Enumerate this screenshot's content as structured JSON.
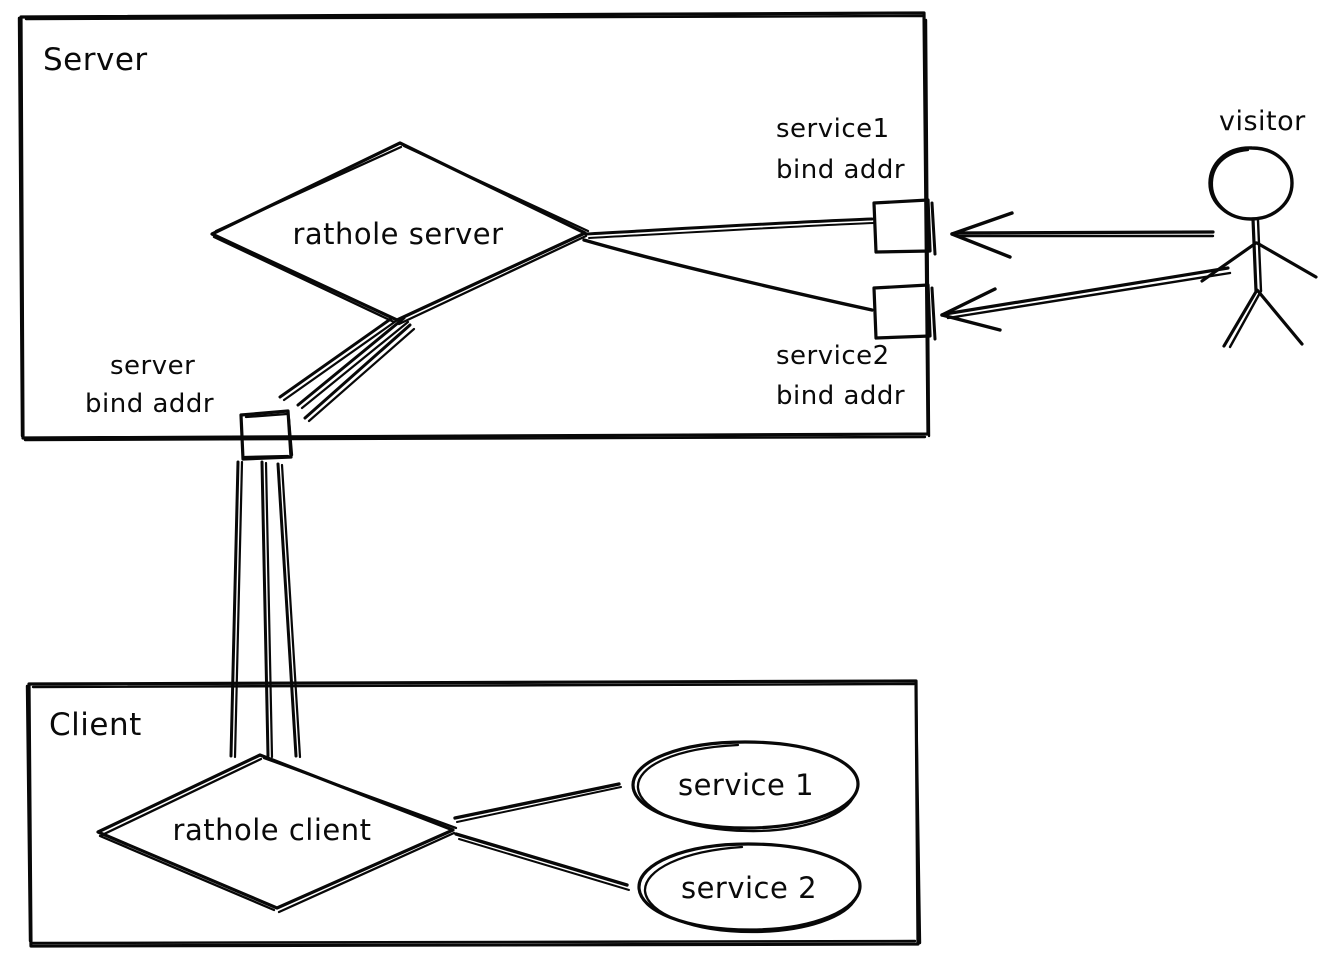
{
  "diagram": {
    "kind": "architecture-sketch",
    "style": "hand-drawn",
    "background_color": "#ffffff",
    "stroke_color": "#080808",
    "containers": [
      {
        "id": "server",
        "title": "Server"
      },
      {
        "id": "client",
        "title": "Client"
      }
    ],
    "server": {
      "title": "Server",
      "node": {
        "label": "rathole server",
        "shape": "diamond"
      },
      "ports": [
        {
          "id": "service1-bind",
          "label_line1": "service1",
          "label_line2": "bind addr",
          "shape": "square"
        },
        {
          "id": "service2-bind",
          "label_line1": "service2",
          "label_line2": "bind addr",
          "shape": "square"
        },
        {
          "id": "server-bind",
          "label_line1": "server",
          "label_line2": "bind addr",
          "shape": "square"
        }
      ]
    },
    "client": {
      "title": "Client",
      "node": {
        "label": "rathole client",
        "shape": "diamond"
      },
      "services": [
        {
          "id": "service-1",
          "label": "service 1",
          "shape": "ellipse"
        },
        {
          "id": "service-2",
          "label": "service 2",
          "shape": "ellipse"
        }
      ]
    },
    "actor": {
      "id": "visitor",
      "label": "visitor",
      "shape": "stick-figure"
    },
    "connections": [
      {
        "from": "rathole server",
        "to": "service1 bind addr",
        "arrow": false
      },
      {
        "from": "rathole server",
        "to": "service2 bind addr",
        "arrow": false
      },
      {
        "from": "rathole server",
        "to": "server bind addr",
        "arrow": false
      },
      {
        "from": "visitor",
        "to": "service1 bind addr",
        "arrow": true
      },
      {
        "from": "visitor",
        "to": "service2 bind addr",
        "arrow": true
      },
      {
        "from": "server bind addr",
        "to": "rathole client",
        "arrow": false
      },
      {
        "from": "rathole client",
        "to": "service 1",
        "arrow": false
      },
      {
        "from": "rathole client",
        "to": "service 2",
        "arrow": false
      }
    ]
  }
}
